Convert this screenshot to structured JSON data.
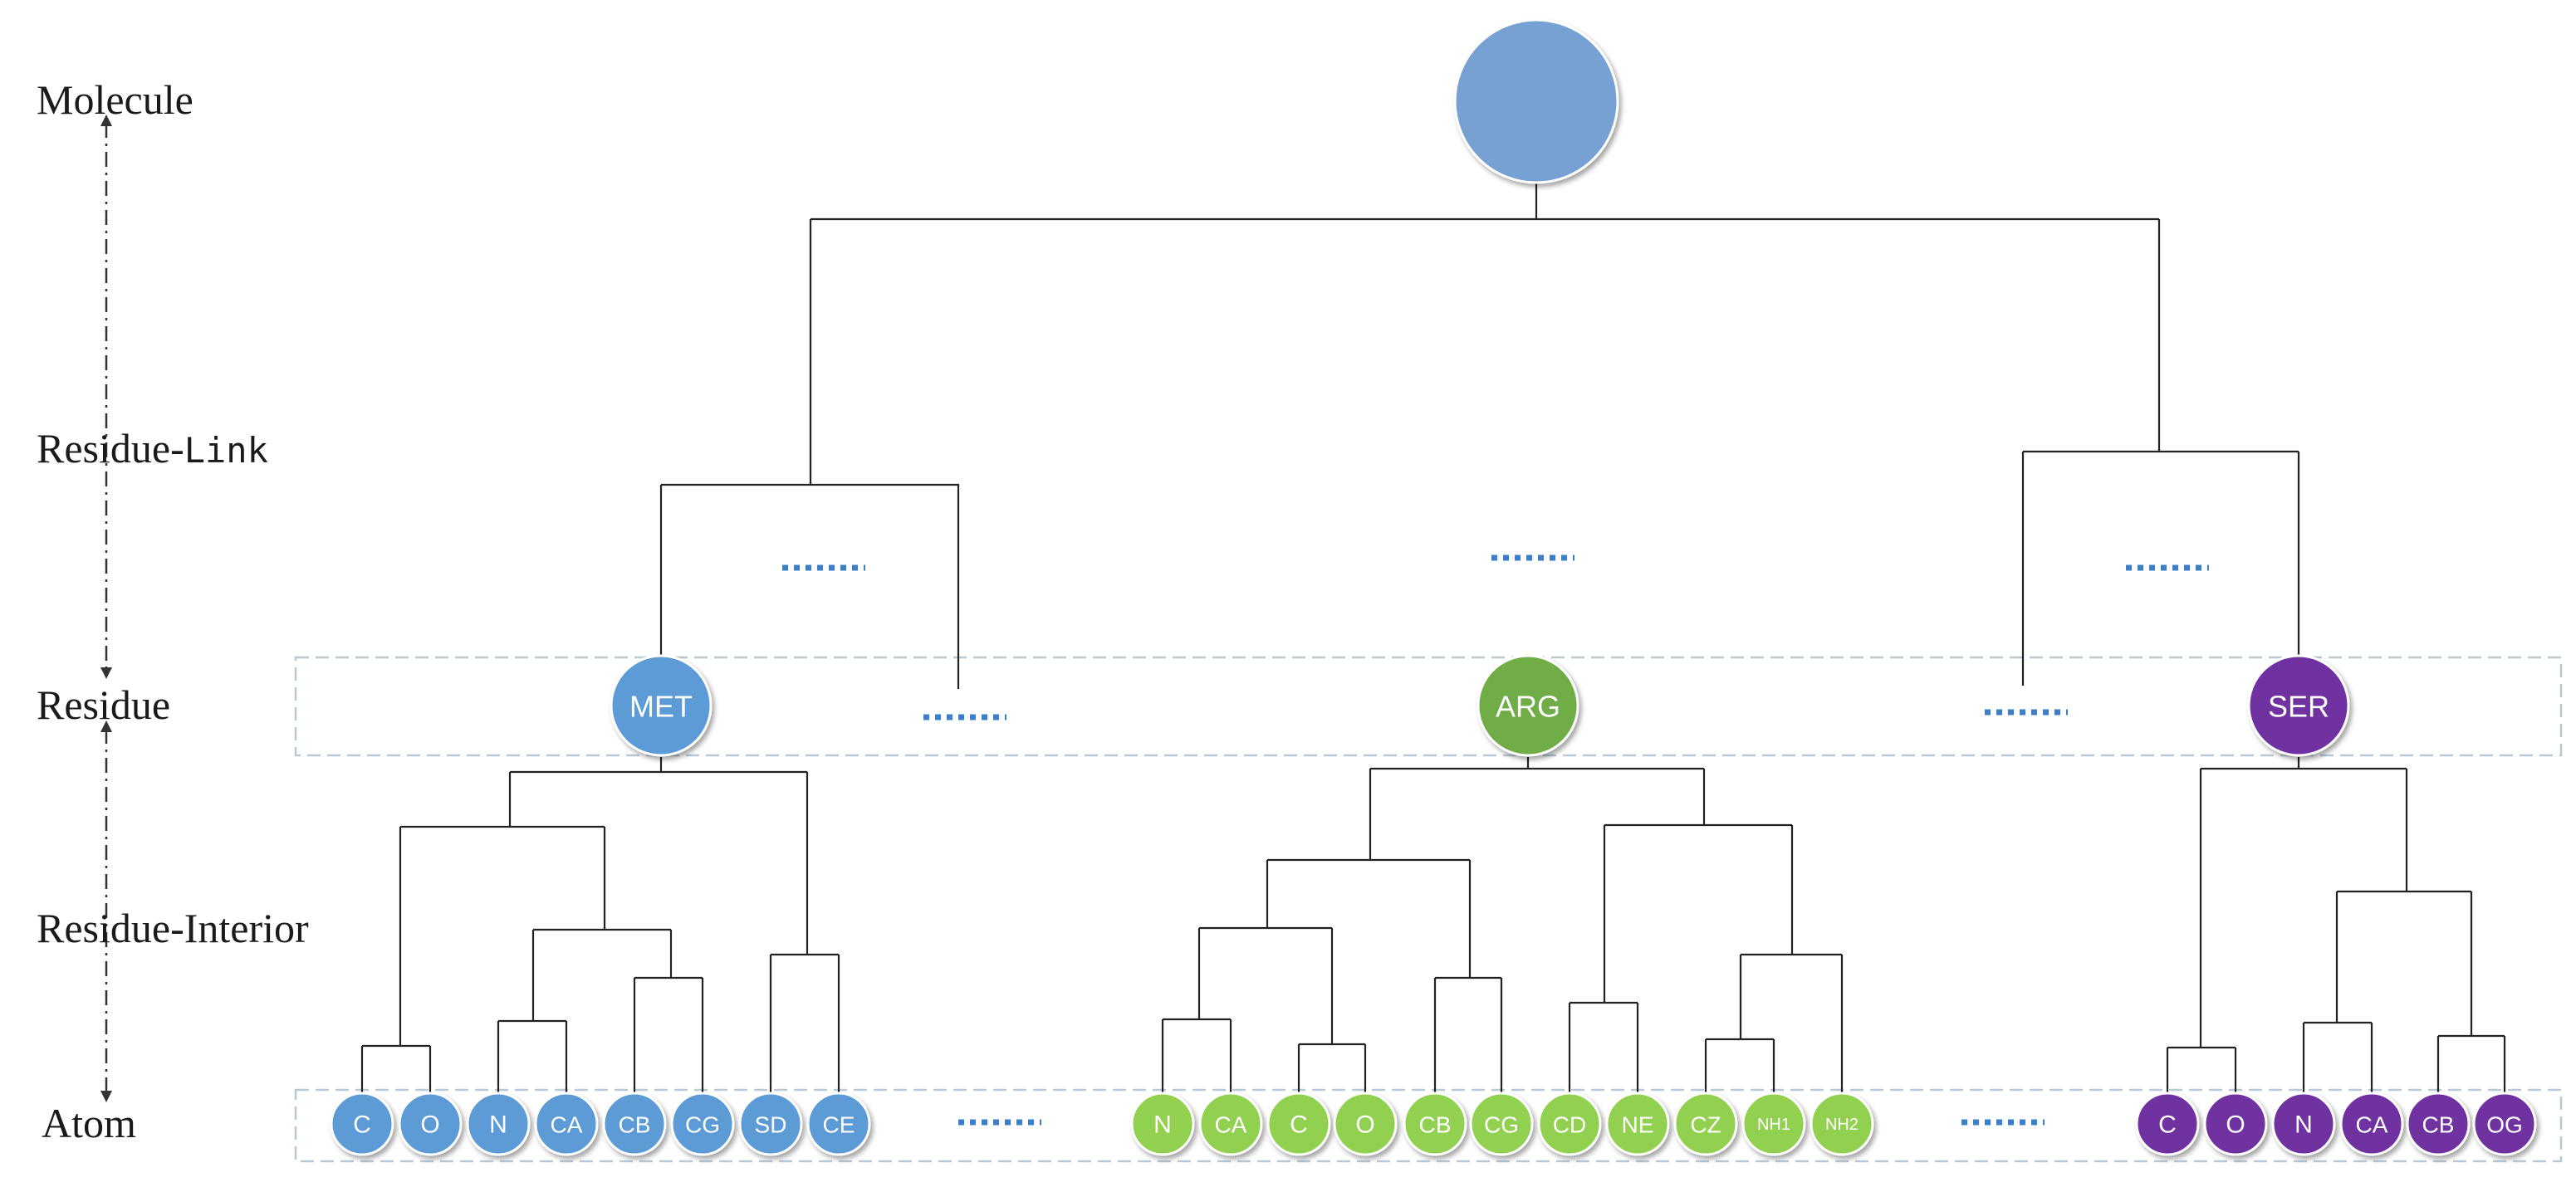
{
  "levels": {
    "molecule": "Molecule",
    "residue_link_a": "Residue-",
    "residue_link_b": "Link",
    "residue": "Residue",
    "residue_interior": "Residue-Interior",
    "atom": "Atom"
  },
  "colors": {
    "molecule": "#77a1d2",
    "met": "#5b9bd5",
    "arg_residue": "#70ad47",
    "arg_atom": "#92d050",
    "ser": "#7030a0",
    "ellipsis": "#3d7fc4"
  },
  "residues": [
    {
      "name": "MET",
      "atoms": [
        "C",
        "O",
        "N",
        "CA",
        "CB",
        "CG",
        "SD",
        "CE"
      ]
    },
    {
      "name": "ARG",
      "atoms": [
        "N",
        "CA",
        "C",
        "O",
        "CB",
        "CG",
        "CD",
        "NE",
        "CZ",
        "NH1",
        "NH2"
      ]
    },
    {
      "name": "SER",
      "atoms": [
        "C",
        "O",
        "N",
        "CA",
        "CB",
        "OG"
      ]
    }
  ]
}
